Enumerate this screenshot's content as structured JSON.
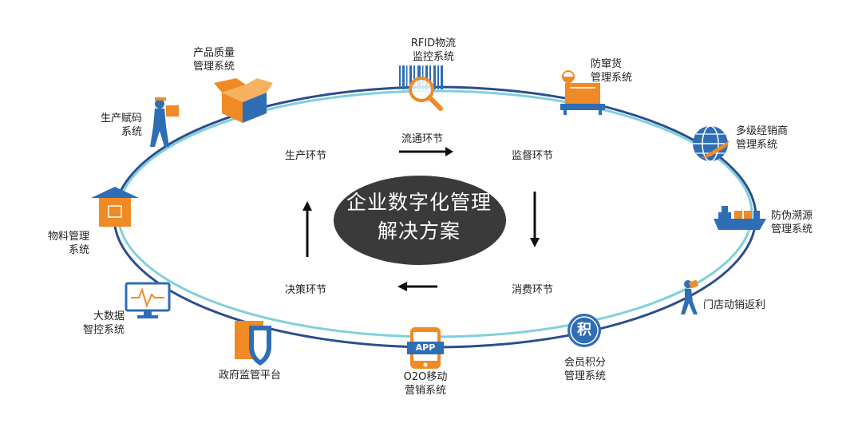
{
  "center": {
    "line1": "企业数字化管理",
    "line2": "解决方案"
  },
  "stages": {
    "production": "生产环节",
    "circulation": "流通环节",
    "supervision": "监督环节",
    "consumption": "消费环节",
    "decision": "决策环节"
  },
  "nodes": [
    {
      "id": "rfid",
      "icon": "barcode-magnifier-icon",
      "lines": [
        "RFID物流",
        "监控系统"
      ]
    },
    {
      "id": "anti-diversion",
      "icon": "scale-box-icon",
      "lines": [
        "防窜货",
        "管理系统"
      ]
    },
    {
      "id": "distributor",
      "icon": "globe-plane-icon",
      "lines": [
        "多级经销商",
        "管理系统"
      ]
    },
    {
      "id": "traceability",
      "icon": "cargo-ship-icon",
      "lines": [
        "防伪溯源",
        "管理系统"
      ]
    },
    {
      "id": "store-rebate",
      "icon": "runner-icon",
      "lines": [
        "门店动销返利"
      ]
    },
    {
      "id": "membership",
      "icon": "points-badge-icon",
      "badge": "积",
      "lines": [
        "会员积分",
        "管理系统"
      ]
    },
    {
      "id": "o2o",
      "icon": "phone-app-icon",
      "badge": "APP",
      "lines": [
        "O2O移动",
        "营销系统"
      ]
    },
    {
      "id": "gov",
      "icon": "shield-icon",
      "lines": [
        "政府监管平台"
      ]
    },
    {
      "id": "bigdata",
      "icon": "monitor-chart-icon",
      "lines": [
        "大数据",
        "智控系统"
      ]
    },
    {
      "id": "materials",
      "icon": "warehouse-box-icon",
      "lines": [
        "物料管理",
        "系统"
      ]
    },
    {
      "id": "coding",
      "icon": "worker-box-icon",
      "lines": [
        "生产赋码",
        "系统"
      ]
    },
    {
      "id": "quality",
      "icon": "open-box-icon",
      "lines": [
        "产品质量",
        "管理系统"
      ]
    }
  ],
  "colors": {
    "accent": "#f08a24",
    "blue": "#2f6db5",
    "ring_dark": "#2c4d8e",
    "ring_light": "#7fd0da",
    "center_fill": "#3a3a3a"
  }
}
